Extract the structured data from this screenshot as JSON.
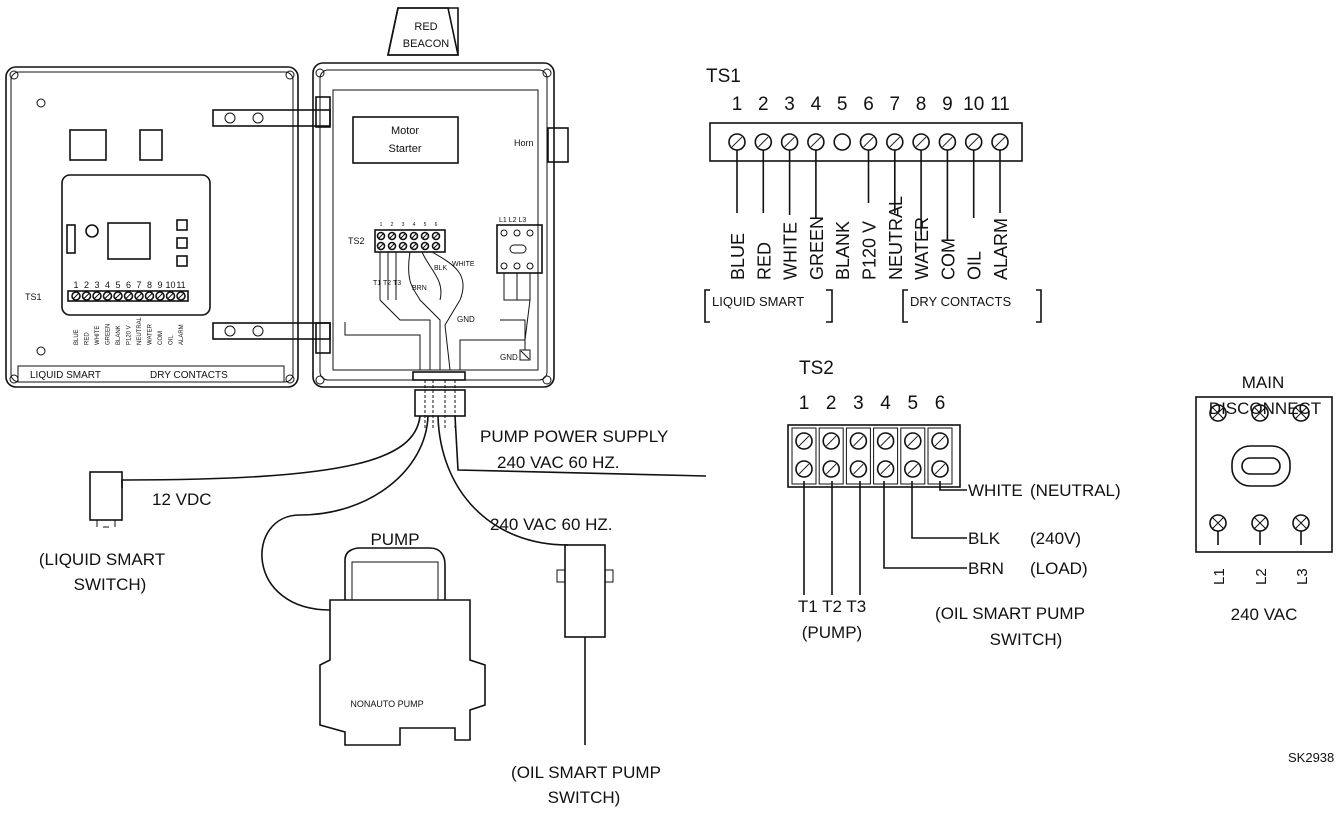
{
  "cabinet": {
    "beacon_label_1": "RED",
    "beacon_label_2": "BEACON",
    "motor_starter_1": "Motor",
    "motor_starter_2": "Starter",
    "horn": "Horn",
    "ts2_small": "TS2",
    "ts1_small": "TS1",
    "ts1_numbers": [
      "1",
      "2",
      "3",
      "4",
      "5",
      "6",
      "7",
      "8",
      "9",
      "10",
      "11"
    ],
    "ts2_numbers": [
      "1",
      "2",
      "3",
      "4",
      "5",
      "6"
    ],
    "ts1_small_wires": [
      "BLUE",
      "RED",
      "WHITE",
      "GREEN",
      "BLANK",
      "P120 V",
      "NEUTRAL",
      "WATER",
      "COM",
      "OIL",
      "ALARM"
    ],
    "liquid_smart": "LIQUID SMART",
    "dry_contacts": "DRY CONTACTS",
    "t_labels": [
      "T1",
      "T2",
      "T3"
    ],
    "brn": "BRN",
    "blk": "BLK",
    "white": "WHITE",
    "gnd1": "GND",
    "gnd2": "GND",
    "l_labels": [
      "L1",
      "L2",
      "L3"
    ]
  },
  "field": {
    "pump_power_1": "PUMP POWER SUPPLY",
    "pump_power_2": "240 VAC 60 HZ.",
    "vdc": "12 VDC",
    "liquid_switch_1": "(LIQUID SMART",
    "liquid_switch_2": "SWITCH)",
    "pump": "PUMP",
    "nonauto": "NONAUTO PUMP",
    "vac2": "240 VAC 60 HZ.",
    "oil_switch_1": "(OIL SMART PUMP",
    "oil_switch_2": "SWITCH)"
  },
  "ts1": {
    "title": "TS1",
    "numbers": [
      "1",
      "2",
      "3",
      "4",
      "5",
      "6",
      "7",
      "8",
      "9",
      "10",
      "11"
    ],
    "wires": [
      "BLUE",
      "RED",
      "WHITE",
      "GREEN",
      "BLANK",
      "P120 V",
      "NEUTRAL",
      "WATER",
      "COM",
      "OIL",
      "ALARM"
    ],
    "group_liquid": "LIQUID SMART",
    "group_dry": "DRY CONTACTS"
  },
  "ts2": {
    "title": "TS2",
    "numbers": [
      "1",
      "2",
      "3",
      "4",
      "5",
      "6"
    ],
    "white": "WHITE",
    "neutral": "(NEUTRAL)",
    "blk": "BLK",
    "v240": "(240V)",
    "brn": "BRN",
    "load": "(LOAD)",
    "t_labels": "T1 T2 T3",
    "pump": "(PUMP)",
    "oil_1": "(OIL SMART PUMP",
    "oil_2": "SWITCH)"
  },
  "disconnect": {
    "title_1": "MAIN",
    "title_2": "DISCONNECT",
    "l_labels": [
      "L1",
      "L2",
      "L3"
    ],
    "voltage": "240 VAC"
  },
  "ref": "SK2938"
}
